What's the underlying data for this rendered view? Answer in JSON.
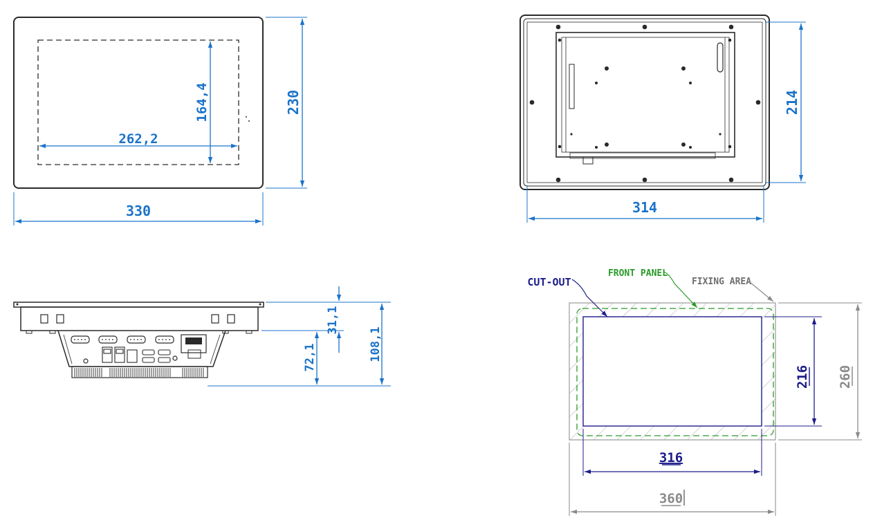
{
  "front_view": {
    "width_label": "330",
    "height_label": "230",
    "display_width_label": "262,2",
    "display_height_label": "164,4"
  },
  "rear_view": {
    "width_label": "314",
    "height_label": "214"
  },
  "side_view": {
    "bezel_depth_label": "31,1",
    "body_depth_label": "72,1",
    "total_depth_label": "108,1"
  },
  "cutout_view": {
    "cutout_label": "CUT-OUT",
    "front_panel_label": "FRONT PANEL",
    "fixing_area_label": "FIXING AREA",
    "cutout_width_label": "316",
    "cutout_height_label": "216",
    "outer_width_label": "360",
    "outer_height_label": "260"
  },
  "colors": {
    "dimension": "#1a73c9",
    "outline": "#2a2a2a",
    "cutout": "#1c1c8a",
    "front_panel": "#2a9a2a",
    "fixing_area": "#8a8a8a"
  }
}
